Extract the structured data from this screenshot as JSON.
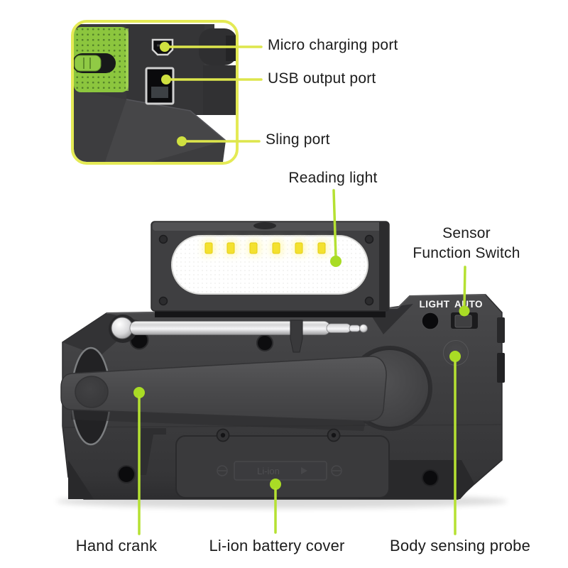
{
  "colors": {
    "background": "#ffffff",
    "body_gray": "#3e3e40",
    "accent_green": "#8cc63e",
    "callout_green": "#b5e132",
    "inset_border_yellow": "#e4ea55",
    "led_yellow": "#f4e12f",
    "label_text": "#1c1c1c",
    "marking_text": "#fafafa"
  },
  "callouts": {
    "micro_charging_port": "Micro charging port",
    "usb_output_port": "USB output port",
    "sling_port": "Sling port",
    "reading_light": "Reading light",
    "sensor_function_switch": {
      "line1": "Sensor",
      "line2": "Function Switch"
    },
    "hand_crank": "Hand crank",
    "li_ion_battery_cover": "Li-ion battery cover",
    "body_sensing_probe": "Body sensing probe"
  },
  "device_markings": {
    "light_mode": "LIGHT",
    "auto_mode": "AUTO",
    "battery_plate": "Li-ion"
  }
}
